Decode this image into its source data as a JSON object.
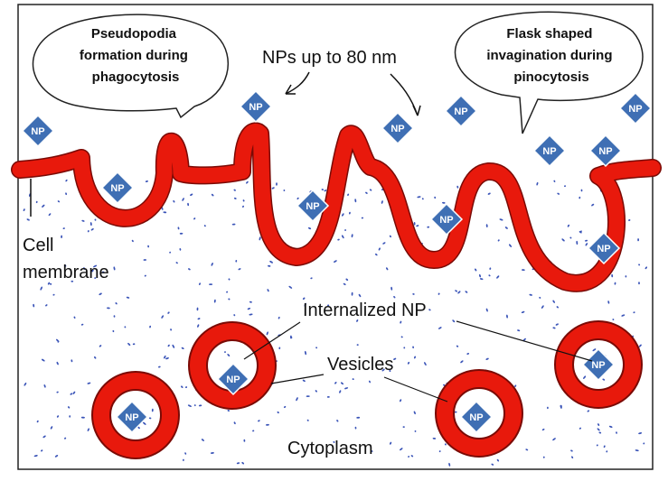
{
  "bubbles": {
    "phagocytosis": [
      "Pseudopodia",
      "formation during",
      "phagocytosis"
    ],
    "pinocytosis": [
      "Flask shaped",
      "invagination during",
      "pinocytosis"
    ]
  },
  "labels": {
    "nps_size": "NPs up to 80 nm",
    "cell_membrane": [
      "Cell",
      "membrane"
    ],
    "internalized": "Internalized NP",
    "vesicles": "Vesicles",
    "cytoplasm": "Cytoplasm"
  },
  "np_label": "NP",
  "colors": {
    "membrane": "#e8190c",
    "membrane_outline": "#7a0a05",
    "nanoparticle": "#3f6fb4",
    "dots": "#3b55b8"
  }
}
